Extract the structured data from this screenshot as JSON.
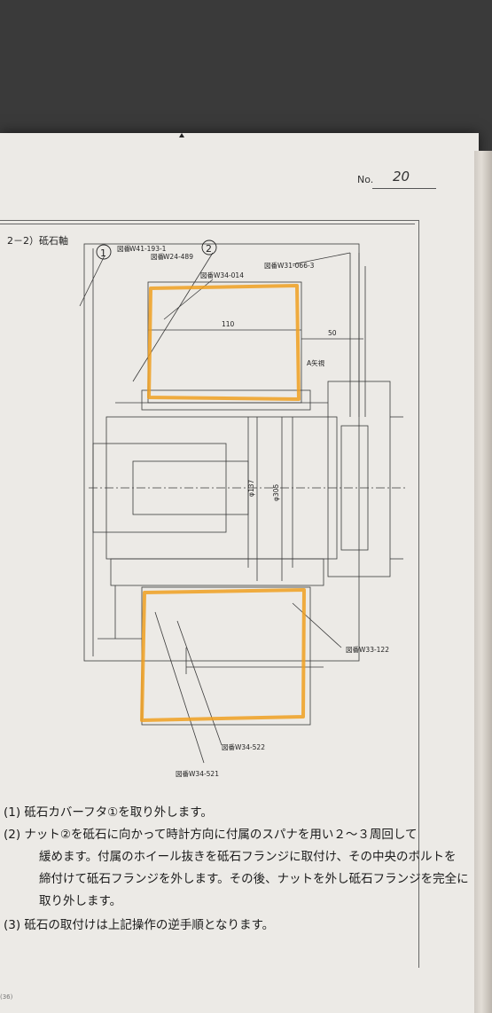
{
  "page_number_label": "No.",
  "page_number": "20",
  "section_title": "2－2）砥石軸",
  "drawing": {
    "callout_1": "1",
    "callout_2": "2",
    "part_w41": "W41-193-1",
    "part_w24": "W24-489",
    "part_w31": "W31-066-3",
    "part_w34_014": "W34-014",
    "part_w33": "W33-122",
    "part_w34_522": "W34-522",
    "part_w34_521": "W34-521",
    "zu_prefix": "図番",
    "dim_110": "110",
    "dim_50": "50",
    "dim_d137": "φ137",
    "dim_d305": "φ305",
    "view_a": "A矢視"
  },
  "steps": [
    {
      "label": "(1)",
      "text": "砥石カバーフタ①を取り外します。"
    },
    {
      "label": "(2)",
      "text": "ナット②を砥石に向かって時計方向に付属のスパナを用い２～３周回して"
    },
    {
      "label": "",
      "text": "緩めます。付属のホイール抜きを砥石フランジに取付け、その中央のボルトを"
    },
    {
      "label": "",
      "text": "締付けて砥石フランジを外します。その後、ナットを外し砥石フランジを完全に"
    },
    {
      "label": "",
      "text": "取り外します。"
    },
    {
      "label": "(3)",
      "text": "砥石の取付けは上記操作の逆手順となります。"
    }
  ],
  "footer": "(36)",
  "colors": {
    "highlight": "#f0a020",
    "paper": "#eceae6",
    "ink": "#333333"
  }
}
